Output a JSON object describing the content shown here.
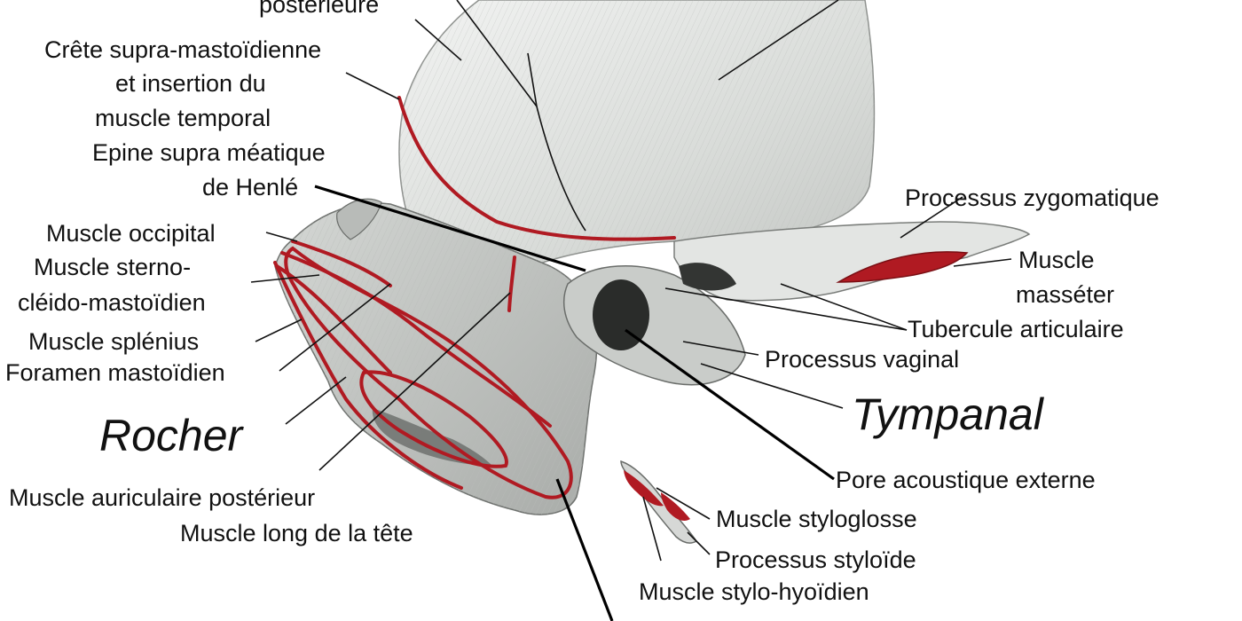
{
  "labels": {
    "posterieure": "postérieure",
    "crete_1": "Crête supra-mastoïdienne",
    "crete_2": "et insertion du",
    "crete_3": "muscle temporal",
    "epine_1": "Epine supra méatique",
    "epine_2": "de Henlé",
    "occipital": "Muscle occipital",
    "sterno_1": "Muscle sterno-",
    "sterno_2": "cléido-mastoïdien",
    "splenius": "Muscle splénius",
    "foramen": "Foramen mastoïdien",
    "rocher": "Rocher",
    "auriculaire": "Muscle auriculaire postérieur",
    "long_tete": "Muscle long de la tête",
    "zygomatique": "Processus zygomatique",
    "masseter_1": "Muscle",
    "masseter_2": "masséter",
    "tubercule": "Tubercule articulaire",
    "vaginal": "Processus vaginal",
    "tympanal": "Tympanal",
    "pore": "Pore acoustique externe",
    "styloglosse": "Muscle styloglosse",
    "styloide": "Processus styloïde",
    "stylo_hyoidien": "Muscle stylo-hyoïdien"
  },
  "colors": {
    "muscle_red": "#b01a22",
    "bone_light": "#e9ebe9",
    "bone_mid": "#c8cbc8",
    "bone_dark": "#8c908c",
    "cavity": "#2a2c2a",
    "text": "#111111"
  }
}
